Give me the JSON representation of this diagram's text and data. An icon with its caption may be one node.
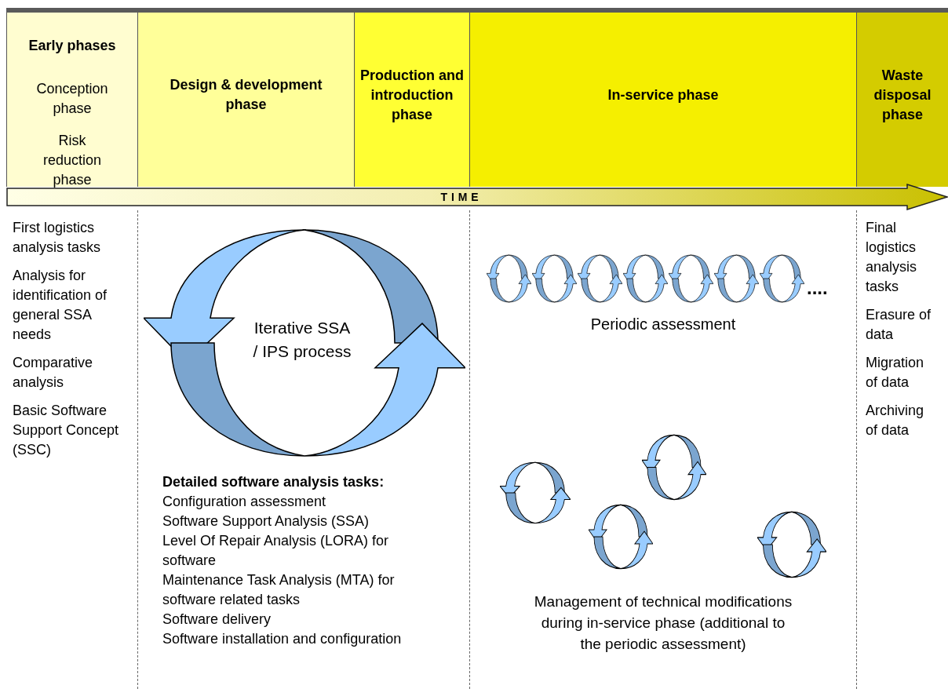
{
  "diagram": {
    "nodes": [
      {
        "text": [
          "Early phases",
          "Conception phase",
          "Risk reduction phase"
        ]
      },
      {
        "text": [
          "Design & development phase"
        ]
      },
      {
        "text": [
          "Production and introduction phase"
        ]
      },
      {
        "text": [
          "In-service phase"
        ]
      },
      {
        "text": [
          "Waste disposal phase"
        ]
      },
      {
        "text": [
          "TIME"
        ]
      }
    ],
    "labels": [
      "First logistics analysis tasks",
      "Analysis for identification of general SSA needs",
      "Comparative analysis",
      "Basic Software Support Concept (SSC)",
      "Iterative SSA / IPS process",
      "Detailed software analysis tasks:",
      "Configuration assessment",
      "Software Support Analysis (SSA)",
      "Level Of Repair Analysis (LORA) for software",
      "Maintenance Task Analysis (MTA) for software related tasks",
      "Software delivery",
      "Software installation and configuration",
      "....",
      "Periodic assessment",
      "Management of technical modifications during in-service phase (additional to the periodic assessment)",
      "Final logistics analysis tasks",
      "Erasure of data",
      "Migration of data",
      "Archiving of data"
    ]
  }
}
